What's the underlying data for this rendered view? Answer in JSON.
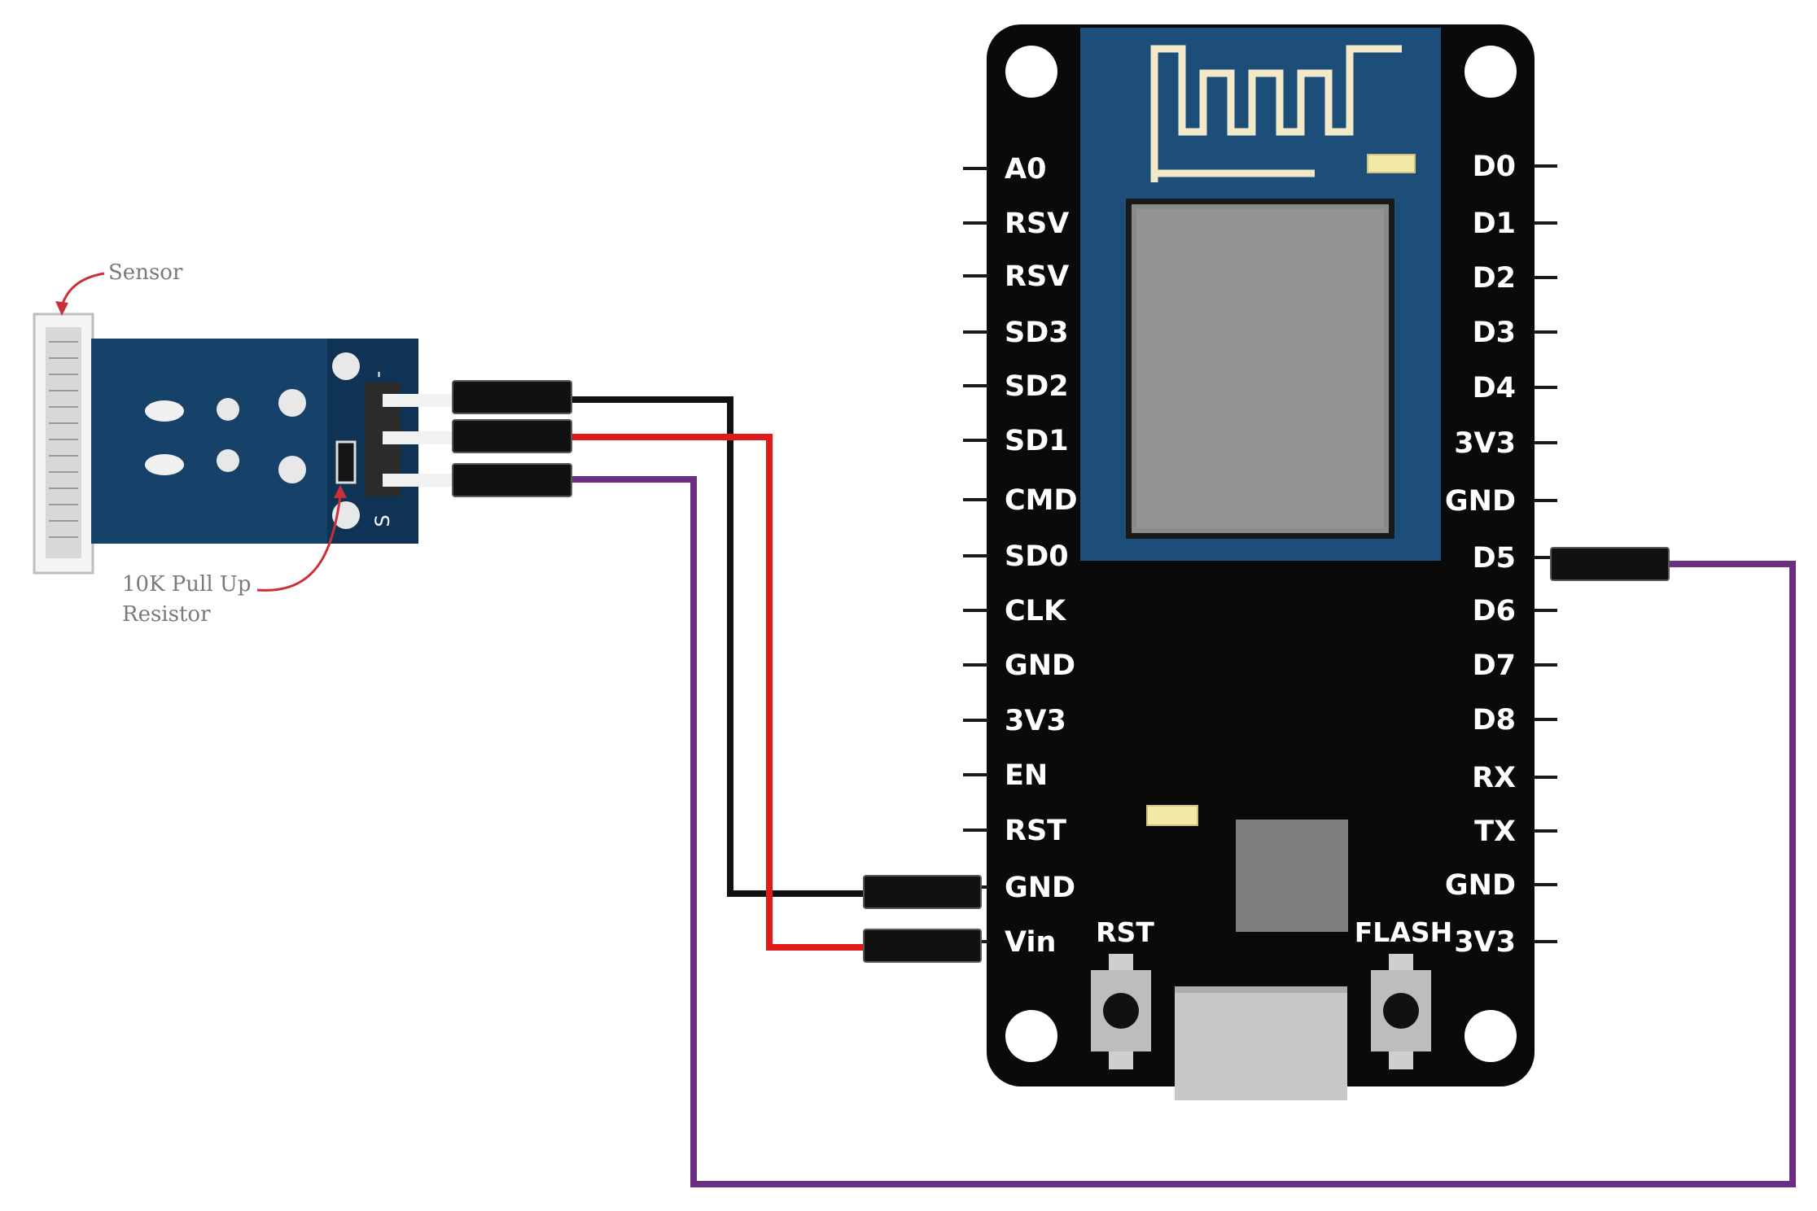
{
  "board": {
    "left_pins": [
      "A0",
      "RSV",
      "RSV",
      "SD3",
      "SD2",
      "SD1",
      "CMD",
      "SD0",
      "CLK",
      "GND",
      "3V3",
      "EN",
      "RST",
      "GND",
      "Vin"
    ],
    "right_pins": [
      "D0",
      "D1",
      "D2",
      "D3",
      "D4",
      "3V3",
      "GND",
      "D5",
      "D6",
      "D7",
      "D8",
      "RX",
      "TX",
      "GND",
      "3V3"
    ],
    "rst_button_label": "RST",
    "flash_button_label": "FLASH"
  },
  "sensor_module": {
    "sensor_label": "Sensor",
    "resistor_label_line1": "10K Pull Up",
    "resistor_label_line2": "Resistor",
    "pin_marks": [
      "-",
      "S"
    ]
  },
  "colors": {
    "board": "#0a0a0a",
    "module_blue": "#1d4d79",
    "module_plate": "#0f3354",
    "pcb_sensor": "#0d2c4a",
    "wire_ground": "#111111",
    "wire_power": "#e0191b",
    "wire_signal": "#6a2e82",
    "antenna": "#f2e9c8",
    "chip_gray": "#8a8a8a",
    "usb_gray": "#c7c7c7"
  }
}
